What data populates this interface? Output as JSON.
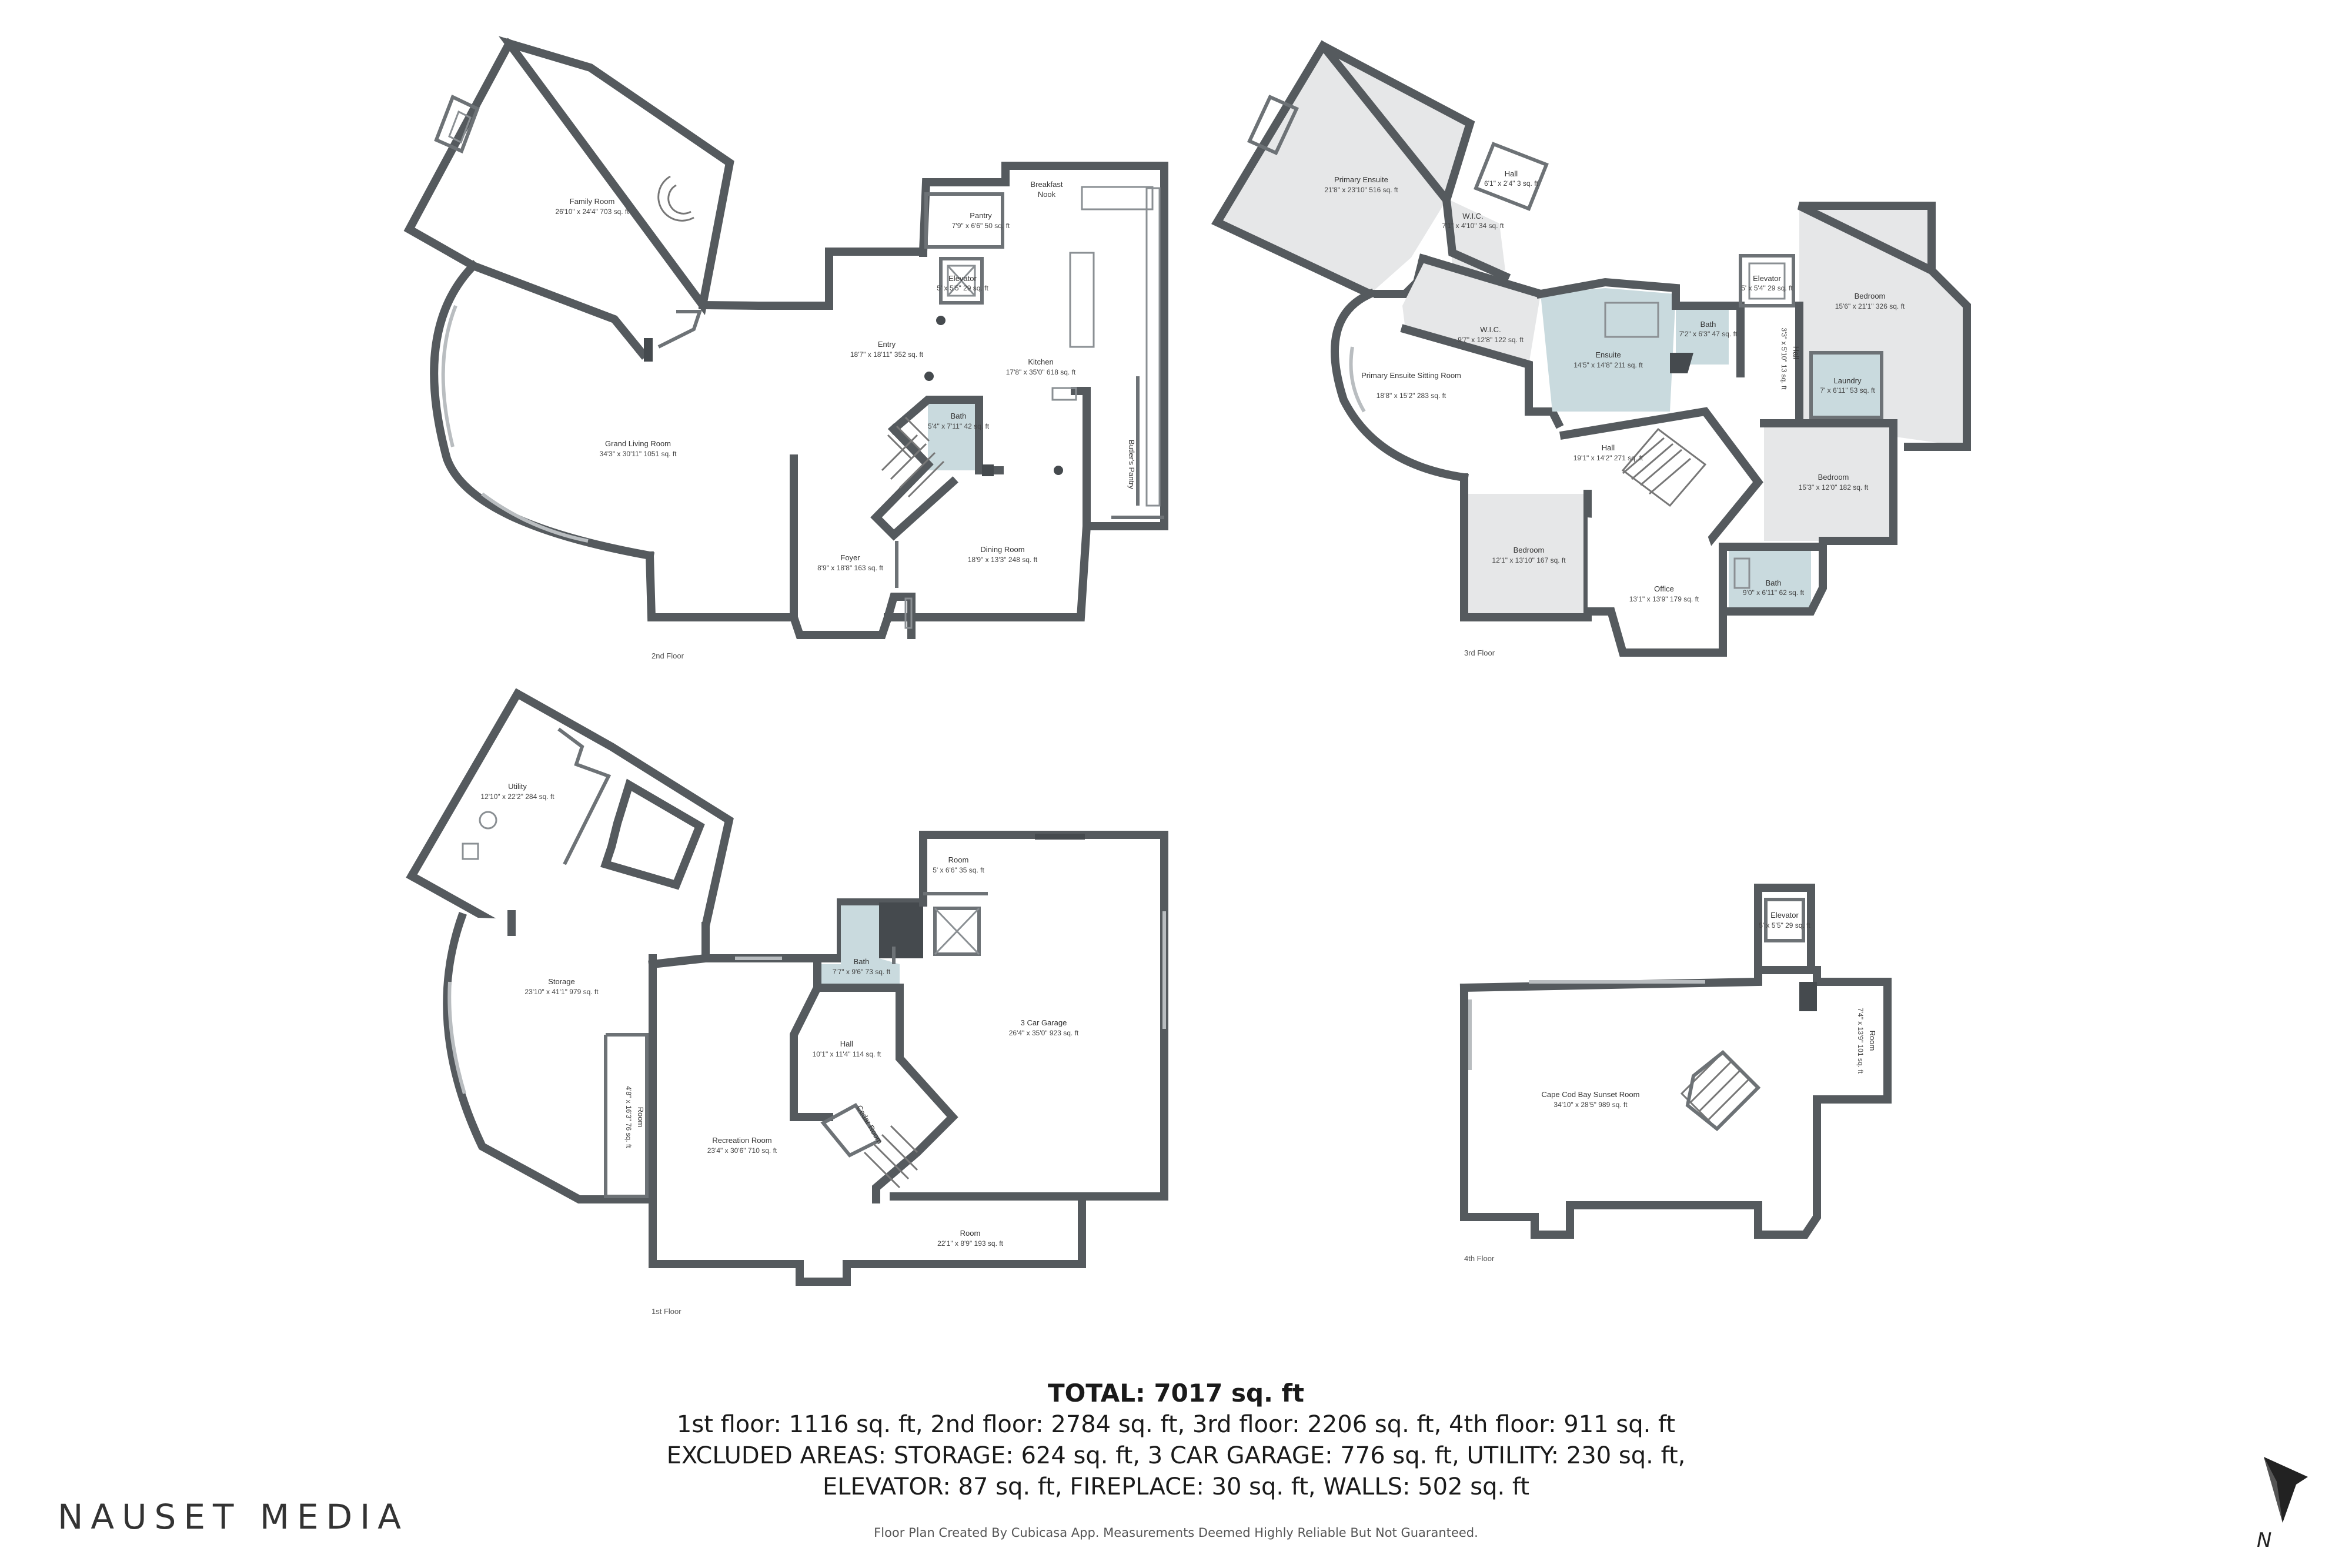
{
  "floors": {
    "second": {
      "label": "2nd Floor",
      "rooms": [
        {
          "name": "Family Room",
          "dims": "26'10\" x 24'4\" 703 sq. ft"
        },
        {
          "name": "Breakfast Nook",
          "dims": ""
        },
        {
          "name": "Pantry",
          "dims": "7'9\" x 6'6\" 50 sq. ft"
        },
        {
          "name": "Elevator",
          "dims": "5' x 5'5\" 29 sq. ft"
        },
        {
          "name": "Entry",
          "dims": "18'7\" x 18'11\" 352 sq. ft"
        },
        {
          "name": "Kitchen",
          "dims": "17'8\" x 35'0\" 618 sq. ft"
        },
        {
          "name": "Grand Living Room",
          "dims": "34'3\" x 30'11\" 1051 sq. ft"
        },
        {
          "name": "Bath",
          "dims": "5'4\" x 7'11\" 42 sq. ft"
        },
        {
          "name": "Butler's Pantry",
          "dims": ""
        },
        {
          "name": "Foyer",
          "dims": "8'9\" x 18'8\" 163 sq. ft"
        },
        {
          "name": "Dining Room",
          "dims": "18'9\" x 13'3\" 248 sq. ft"
        }
      ]
    },
    "third": {
      "label": "3rd Floor",
      "rooms": [
        {
          "name": "Primary Ensuite",
          "dims": "21'8\" x 23'10\" 516 sq. ft"
        },
        {
          "name": "Hall",
          "dims": "6'1\" x 2'4\" 3 sq. ft"
        },
        {
          "name": "W.I.C.",
          "dims": "7'1\" x 4'10\" 34 sq. ft"
        },
        {
          "name": "Elevator",
          "dims": "5' x 5'4\" 29 sq. ft"
        },
        {
          "name": "Bedroom",
          "dims": "15'6\" x 21'1\" 326 sq. ft"
        },
        {
          "name": "W.I.C.",
          "dims": "9'7\" x 12'8\" 122 sq. ft"
        },
        {
          "name": "Bath",
          "dims": "7'2\" x 6'3\" 47 sq. ft"
        },
        {
          "name": "Hall",
          "dims": "3'3\" x 5'10\" 13 sq. ft"
        },
        {
          "name": "Primary Ensuite Sitting Room",
          "dims": "18'8\" x 15'2\" 283 sq. ft"
        },
        {
          "name": "Ensuite",
          "dims": "14'5\" x 14'8\" 211 sq. ft"
        },
        {
          "name": "Laundry",
          "dims": "7' x 6'11\" 53 sq. ft"
        },
        {
          "name": "Hall",
          "dims": "19'1\" x 14'2\" 271 sq. ft"
        },
        {
          "name": "Bedroom",
          "dims": "15'3\" x 12'0\" 182 sq. ft"
        },
        {
          "name": "Bedroom",
          "dims": "12'1\" x 13'10\" 167 sq. ft"
        },
        {
          "name": "Office",
          "dims": "13'1\" x 13'9\" 179 sq. ft"
        },
        {
          "name": "Bath",
          "dims": "9'0\" x 6'11\" 62 sq. ft"
        }
      ]
    },
    "first": {
      "label": "1st Floor",
      "rooms": [
        {
          "name": "Utility",
          "dims": "12'10\" x 22'2\" 284 sq. ft"
        },
        {
          "name": "Room",
          "dims": "5' x 6'6\" 35 sq. ft"
        },
        {
          "name": "Bath",
          "dims": "7'7\" x 9'6\" 73 sq. ft"
        },
        {
          "name": "Storage",
          "dims": "23'10\" x 41'1\" 979 sq. ft"
        },
        {
          "name": "3 Car Garage",
          "dims": "26'4\" x 35'0\" 923 sq. ft"
        },
        {
          "name": "Hall",
          "dims": "10'1\" x 11'4\" 114 sq. ft"
        },
        {
          "name": "Room",
          "dims": "4'8\" x 16'3\" 76 sq. ft"
        },
        {
          "name": "Cedar Room",
          "dims": ""
        },
        {
          "name": "Recreation Room",
          "dims": "23'4\" x 30'6\" 710 sq. ft"
        },
        {
          "name": "Room",
          "dims": "22'1\" x 8'9\" 193 sq. ft"
        }
      ]
    },
    "fourth": {
      "label": "4th Floor",
      "rooms": [
        {
          "name": "Elevator",
          "dims": "5' x 5'5\" 29 sq. ft"
        },
        {
          "name": "Cape Cod Bay Sunset Room",
          "dims": "34'10\" x 28'5\" 989 sq. ft"
        },
        {
          "name": "Room",
          "dims": "7'4\" x 13'9\" 101 sq. ft"
        }
      ]
    }
  },
  "summary": {
    "total": "TOTAL: 7017 sq. ft",
    "line1": "1st floor: 1116 sq. ft, 2nd floor: 2784 sq. ft, 3rd floor: 2206 sq. ft, 4th floor: 911 sq. ft",
    "line2": "EXCLUDED AREAS: STORAGE: 624 sq. ft, 3 CAR GARAGE: 776 sq. ft, UTILITY: 230 sq. ft,",
    "line3": "ELEVATOR: 87 sq. ft, FIREPLACE: 30 sq. ft, WALLS: 502 sq. ft",
    "credit": "Floor Plan Created By Cubicasa App. Measurements Deemed Highly Reliable But Not Guaranteed."
  },
  "brand": "NAUSET MEDIA",
  "compass": {
    "label": "N",
    "icon": "north-arrow-icon"
  },
  "colors": {
    "wall": "#555a5e",
    "bath_tint": "#c9dade",
    "room_tint": "#e6e7e8"
  }
}
